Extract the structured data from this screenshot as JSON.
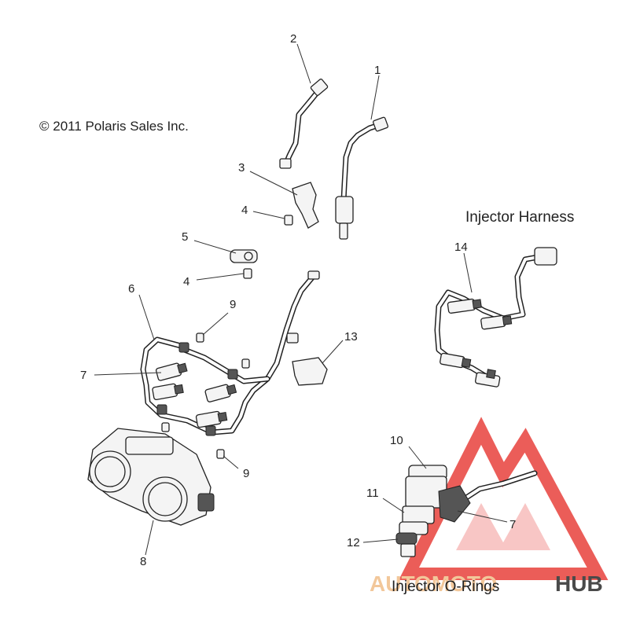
{
  "copyright": "© 2011 Polaris Sales Inc.",
  "captions": {
    "injector_harness": "Injector Harness",
    "injector_orings": "Injector O-Rings"
  },
  "callouts": {
    "c1": "1",
    "c2": "2",
    "c3": "3",
    "c4a": "4",
    "c4b": "4",
    "c5": "5",
    "c6": "6",
    "c7a": "7",
    "c7b": "7",
    "c8": "8",
    "c9a": "9",
    "c9b": "9",
    "c10": "10",
    "c11": "11",
    "c12": "12",
    "c13": "13",
    "c14": "14"
  },
  "watermark": {
    "part1": "AUTOMOTO",
    "part2": "HUB",
    "color_primary": "#e8413c",
    "color_secondary": "#f2c79a",
    "color_dark": "#4a4a4a"
  }
}
